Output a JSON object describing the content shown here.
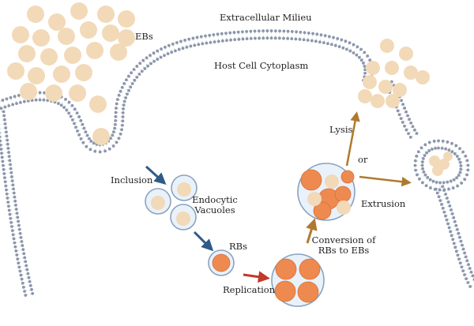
{
  "labels": {
    "extracellular": "Extracellular Milieu",
    "host_cell": "Host Cell Cytoplasm",
    "ebs": "EBs",
    "inclusion": "Inclusion",
    "endocytic_1": "Endocytic",
    "endocytic_2": "Vacuoles",
    "rbs": "RBs",
    "replication": "Replication",
    "conversion_1": "Conversion of",
    "conversion_2": "RBs to EBs",
    "lysis": "Lysis",
    "or": "or",
    "extrusion": "Extrusion"
  },
  "colors": {
    "membrane_head": "#8a96ab",
    "membrane_tail": "#c4cad6",
    "eb_fill": "#f2d9b8",
    "rb_fill": "#ee8a4f",
    "vacuole_fill": "#e9f2fa",
    "vacuole_stroke": "#8aa2bf",
    "arrow_blue": "#2f5a8a",
    "arrow_red": "#c0392b",
    "arrow_brown": "#b07a2e"
  }
}
